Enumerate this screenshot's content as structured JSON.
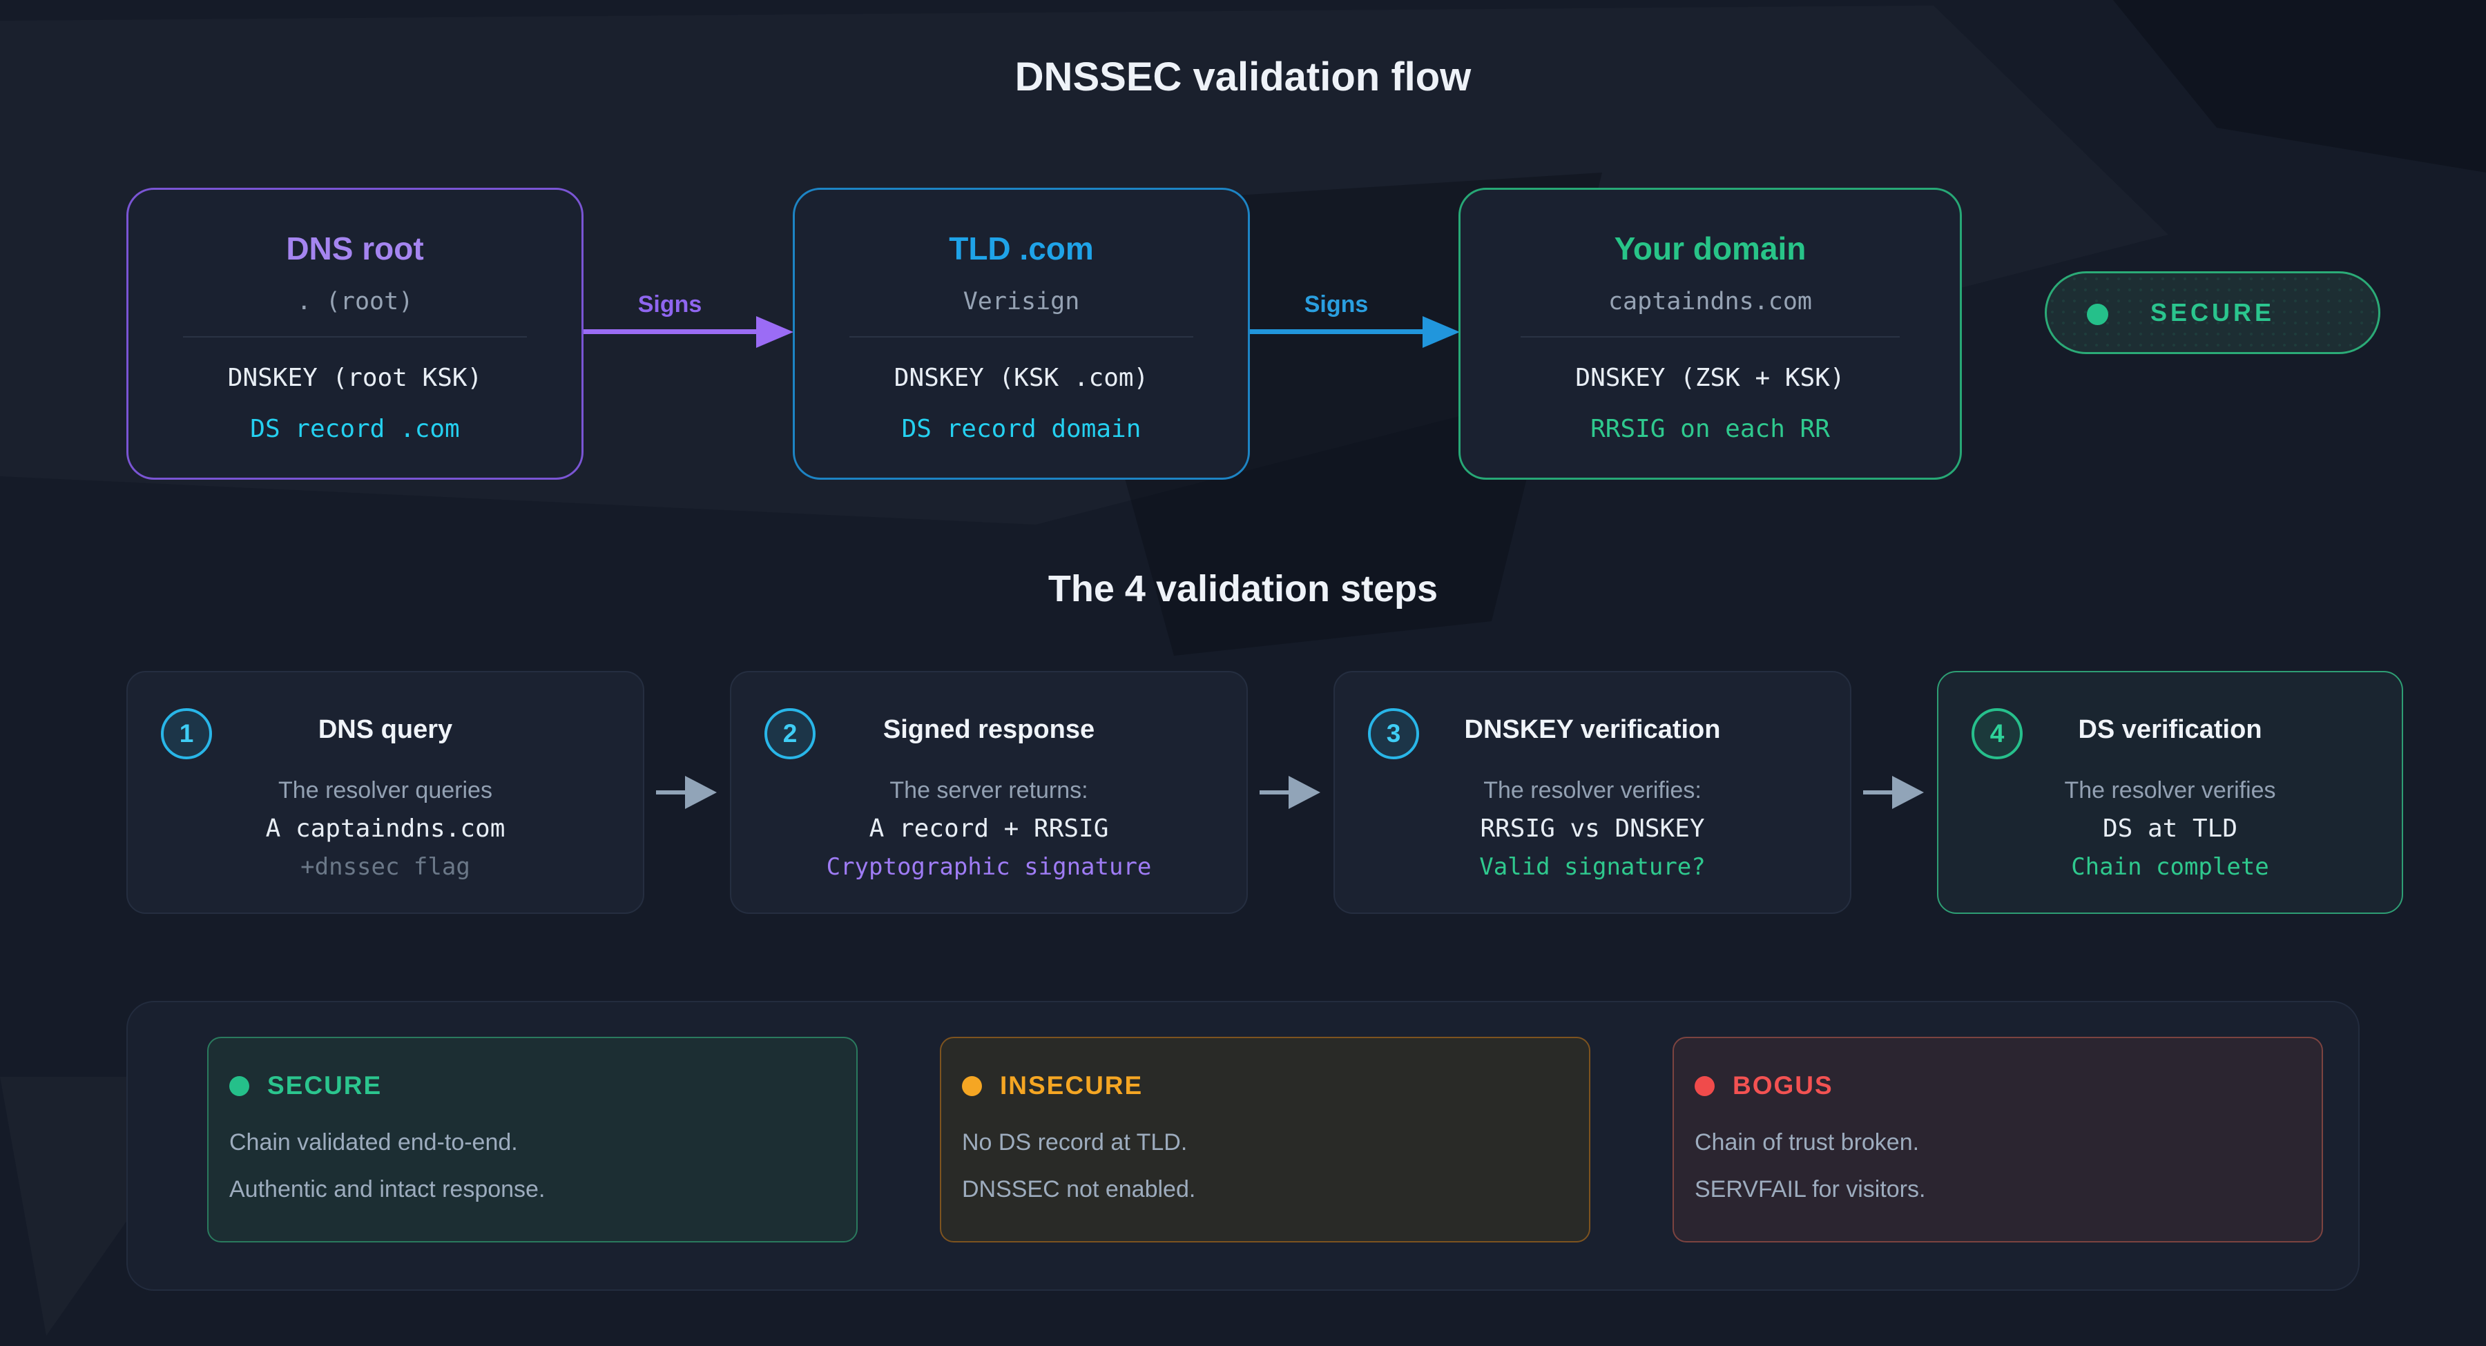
{
  "page": {
    "title": "DNSSEC validation flow",
    "steps_title": "The 4 validation steps"
  },
  "chain": {
    "nodes": [
      {
        "title": "DNS root",
        "subtitle": ". (root)",
        "record1": "DNSKEY (root KSK)",
        "record2": "DS record .com",
        "accent": "#7a55d4"
      },
      {
        "title": "TLD .com",
        "subtitle": "Verisign",
        "record1": "DNSKEY (KSK .com)",
        "record2": "DS record domain",
        "accent": "#1d84c4"
      },
      {
        "title": "Your domain",
        "subtitle": "captaindns.com",
        "record1": "DNSKEY (ZSK + KSK)",
        "record2": "RRSIG on each RR",
        "accent": "#27a876"
      }
    ],
    "arrows": [
      {
        "label": "Signs",
        "color": "#9b6cf5"
      },
      {
        "label": "Signs",
        "color": "#2196dc"
      }
    ],
    "badge": {
      "label": "SECURE",
      "color": "#2bc58e"
    }
  },
  "steps": [
    {
      "num": "1",
      "title": "DNS query",
      "line1": "The resolver queries",
      "line2": "A captaindns.com",
      "line3": "+dnssec flag",
      "line2_color": "#25d0f0",
      "line3_color": "#6b7888"
    },
    {
      "num": "2",
      "title": "Signed response",
      "line1": "The server returns:",
      "line2": "A record + RRSIG",
      "line3": "Cryptographic signature",
      "line2_color": "#e8eef5",
      "line3_color": "#9f7cf5"
    },
    {
      "num": "3",
      "title": "DNSKEY verification",
      "line1": "The resolver verifies:",
      "line2": "RRSIG vs DNSKEY",
      "line3": "Valid signature?",
      "line2_color": "#e8eef5",
      "line3_color": "#2fc98e"
    },
    {
      "num": "4",
      "title": "DS verification",
      "line1": "The resolver verifies",
      "line2": "DS at TLD",
      "line3": "Chain complete",
      "line2_color": "#e8eef5",
      "line3_color": "#2fc98e"
    }
  ],
  "statuses": [
    {
      "label": "SECURE",
      "line1": "Chain validated end-to-end.",
      "line2": "Authentic and intact response.",
      "color": "#25c08a"
    },
    {
      "label": "INSECURE",
      "line1": "No DS record at TLD.",
      "line2": "DNSSEC not enabled.",
      "color": "#f5a623"
    },
    {
      "label": "BOGUS",
      "line1": "Chain of trust broken.",
      "line2": "SERVFAIL for visitors.",
      "color": "#f04b4b"
    }
  ],
  "colors": {
    "page_background": "#151b28",
    "node_background": "#1a2130",
    "purple_accent": "#9b6cf5",
    "blue_accent": "#2196dc",
    "green_accent": "#27c08c",
    "cyan_text": "#25d0f0",
    "white_text": "#e8eef5",
    "gray_text": "#96a3b4"
  }
}
